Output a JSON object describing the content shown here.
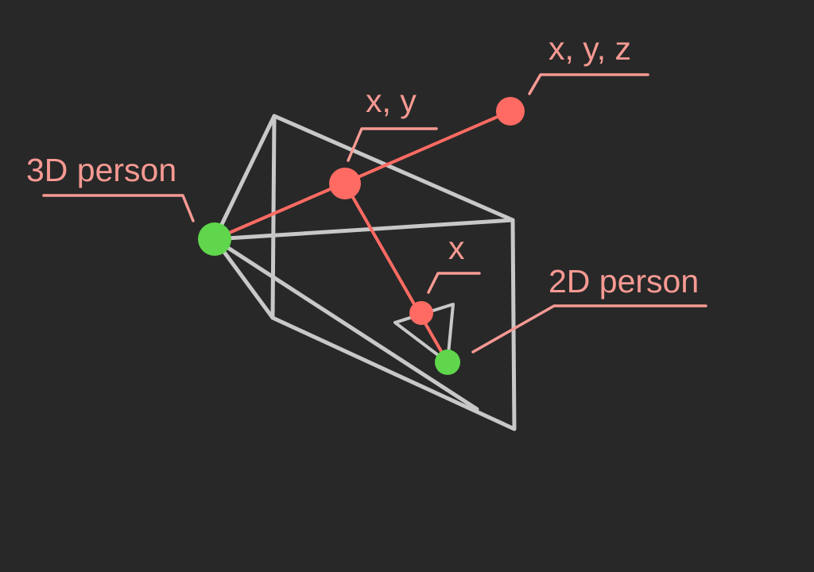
{
  "diagram": {
    "labels": {
      "person_3d": "3D person",
      "person_2d": "2D person",
      "coord_xyz": "x, y, z",
      "coord_xy": "x, y",
      "coord_x": "x"
    },
    "colors": {
      "background": "#282828",
      "frame": "#c8c8c8",
      "ray": "#ff6b63",
      "label": "#f79a93",
      "person_point": "#5fd64c"
    }
  }
}
